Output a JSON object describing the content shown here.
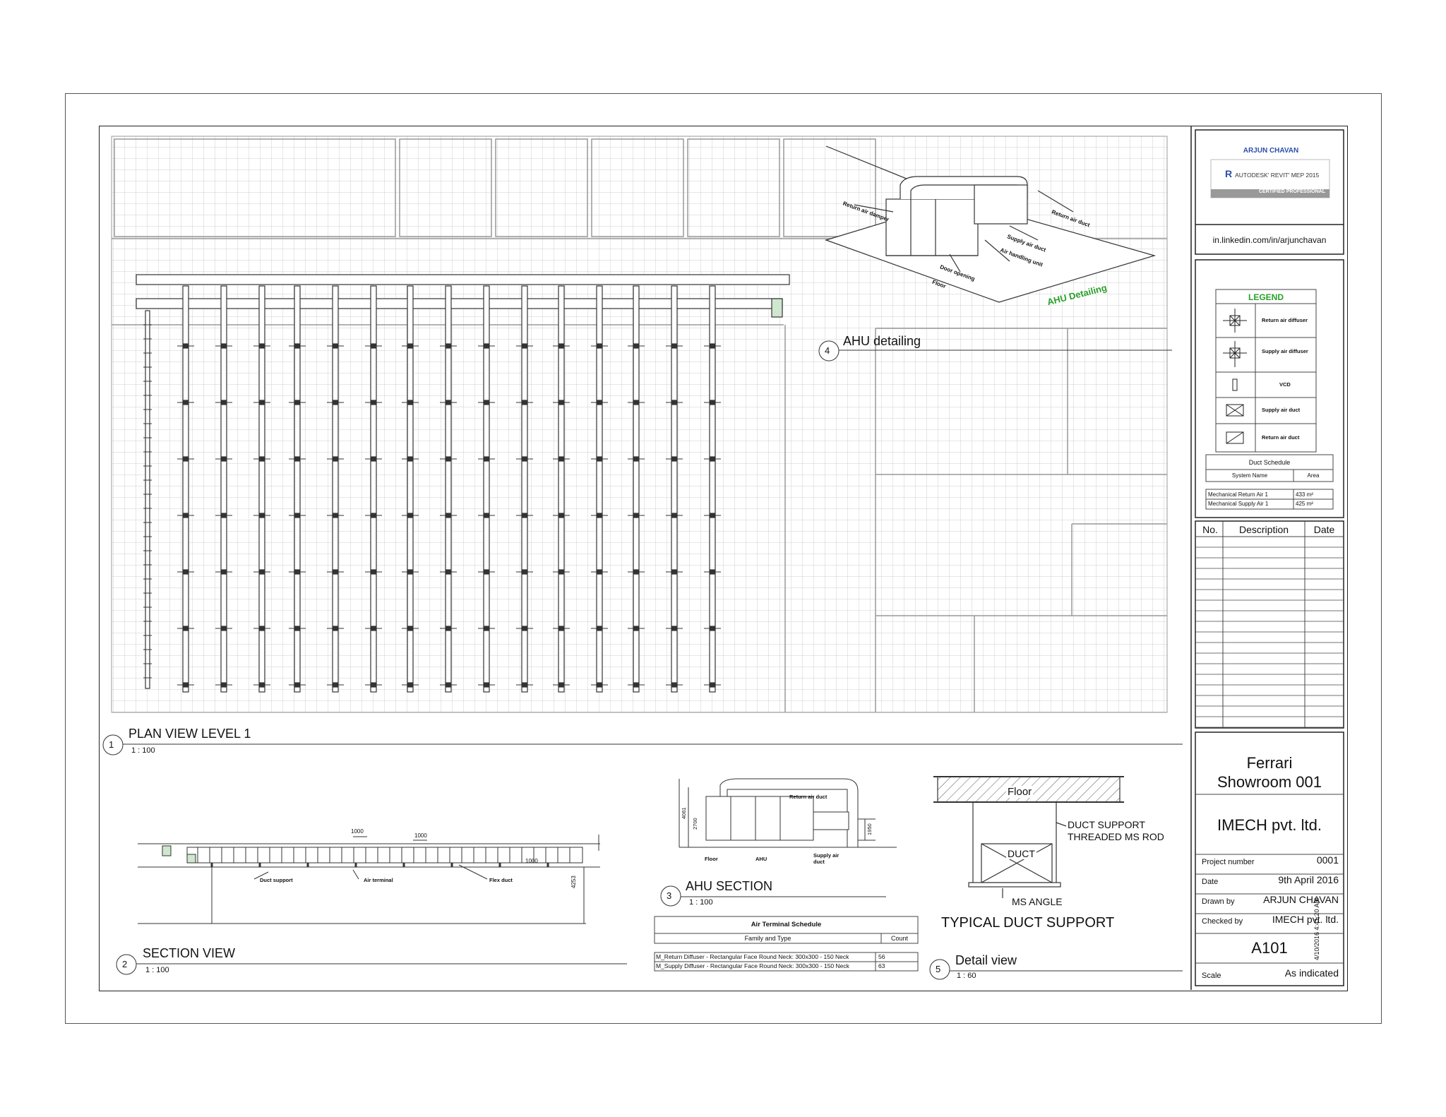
{
  "sheet": {
    "number": "A101",
    "timestamp": "4/10/2016 4:41:20 AM"
  },
  "certificate": {
    "name": "ARJUN CHAVAN",
    "product": "AUTODESK' REVIT' MEP 2015",
    "badge": "CERTIFIED PROFESSIONAL",
    "url": "in.linkedin.com/in/arjunchavan"
  },
  "legend": {
    "title": "LEGEND",
    "items": [
      {
        "label": "Return air diffuser",
        "icon": "return-air-diffuser-icon"
      },
      {
        "label": "Supply air diffuser",
        "icon": "supply-air-diffuser-icon"
      },
      {
        "label": "VCD",
        "icon": "vcd-icon"
      },
      {
        "label": "Supply air duct",
        "icon": "supply-air-duct-icon"
      },
      {
        "label": "Return air duct",
        "icon": "return-air-duct-icon"
      }
    ]
  },
  "duct_schedule": {
    "title": "Duct Schedule",
    "headers": [
      "System Name",
      "Area"
    ],
    "rows": [
      [
        "Mechanical Return Air 1",
        "433 m²"
      ],
      [
        "Mechanical Supply Air 1",
        "425 m²"
      ]
    ]
  },
  "revisions": {
    "headers": [
      "No.",
      "Description",
      "Date"
    ]
  },
  "title_block": {
    "project_name_1": "Ferrari",
    "project_name_2": "Showroom 001",
    "company": "IMECH pvt. ltd.",
    "fields": [
      {
        "label": "Project number",
        "value": "0001"
      },
      {
        "label": "Date",
        "value": "9th April 2016"
      },
      {
        "label": "Drawn by",
        "value": "ARJUN CHAVAN"
      },
      {
        "label": "Checked by",
        "value": "IMECH pvt. ltd."
      }
    ],
    "scale_label": "Scale",
    "scale_value": "As indicated"
  },
  "views": [
    {
      "num": "1",
      "title": "PLAN VIEW LEVEL 1",
      "scale": "1 : 100"
    },
    {
      "num": "2",
      "title": "SECTION VIEW",
      "scale": "1 : 100"
    },
    {
      "num": "3",
      "title": "AHU SECTION",
      "scale": "1 : 100"
    },
    {
      "num": "4",
      "title": "AHU detailing",
      "scale": ""
    },
    {
      "num": "5",
      "title": "Detail view",
      "scale": "1 : 60"
    }
  ],
  "ahu_3d": {
    "caption": "AHU Detailing",
    "labels": {
      "return_air_damper": "Return air damper",
      "return_air_duct": "Return air duct",
      "supply_air_duct": "Supply air duct",
      "air_handling_unit": "Air handling unit",
      "door_opening": "Door opening",
      "floor": "Floor"
    }
  },
  "section_view": {
    "dims": [
      "1000",
      "1000",
      "1000",
      "4253"
    ],
    "labels": {
      "duct_support": "Duct support",
      "air_terminal": "Air terminal",
      "flex_duct": "Flex duct"
    }
  },
  "ahu_section": {
    "dims": [
      "4061",
      "2700",
      "1950"
    ],
    "labels": {
      "return_air_duct": "Return air duct",
      "floor": "Floor",
      "ahu": "AHU",
      "supply_air_duct_1": "Supply air",
      "supply_air_duct_2": "duct"
    }
  },
  "air_terminal_schedule": {
    "title": "Air Terminal Schedule",
    "headers": [
      "Family and Type",
      "Count"
    ],
    "rows": [
      [
        "M_Return Diffuser - Rectangular Face Round Neck: 300x300 - 150 Neck",
        "56"
      ],
      [
        "M_Supply Diffuser - Rectangular Face Round Neck: 300x300 - 150 Neck",
        "63"
      ]
    ]
  },
  "duct_support_detail": {
    "title": "TYPICAL DUCT SUPPORT",
    "floor": "Floor",
    "duct": "DUCT",
    "support_1": "DUCT SUPPORT",
    "support_2": "THREADED  MS ROD",
    "angle": "MS ANGLE"
  },
  "colors": {
    "accent_green": "#2aa02a",
    "cert_blue": "#2b4fa8",
    "grid": "#c8c8c8"
  }
}
